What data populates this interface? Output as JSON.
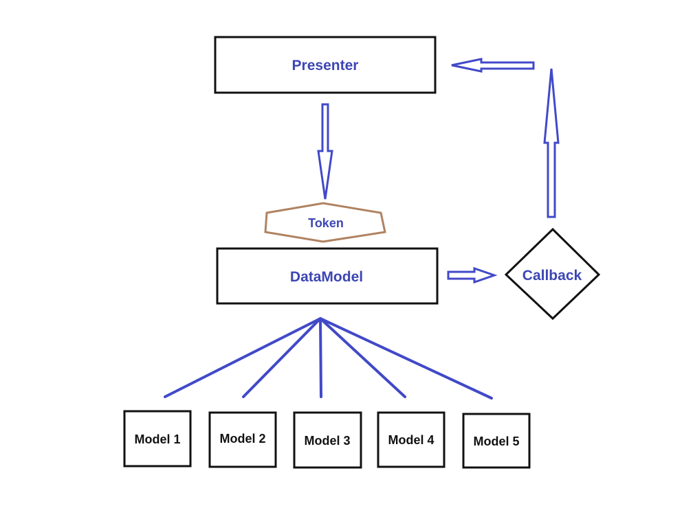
{
  "colors": {
    "accent_blue": "#4149c8",
    "label_blue": "#3d46b4",
    "token_border": "#b08260",
    "box_border": "#111111",
    "model_text": "#111111"
  },
  "presenter": {
    "label": "Presenter"
  },
  "token": {
    "label": "Token"
  },
  "datamodel": {
    "label": "DataModel"
  },
  "callback": {
    "label": "Callback"
  },
  "models": [
    {
      "label": "Model 1"
    },
    {
      "label": "Model 2"
    },
    {
      "label": "Model 3"
    },
    {
      "label": "Model 4"
    },
    {
      "label": "Model 5"
    }
  ]
}
